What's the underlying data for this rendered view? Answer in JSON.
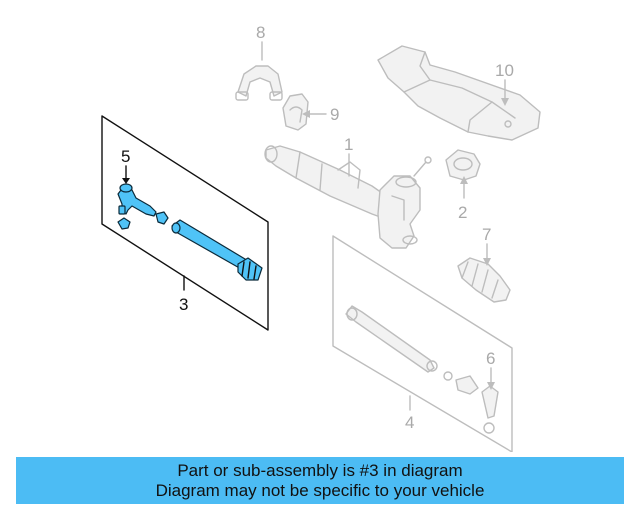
{
  "diagram": {
    "callouts": {
      "c1": "1",
      "c2": "2",
      "c3": "3",
      "c4": "4",
      "c5": "5",
      "c6": "6",
      "c7": "7",
      "c8": "8",
      "c9": "9",
      "c10": "10"
    },
    "highlighted_part": "3",
    "colors": {
      "highlight": "#4fc3f7",
      "banner": "#4cbcf4",
      "ghost": "#bdbdbd"
    }
  },
  "banner": {
    "line1": "Part or sub-assembly is #3 in diagram",
    "line2": "Diagram may not be specific to your vehicle"
  }
}
